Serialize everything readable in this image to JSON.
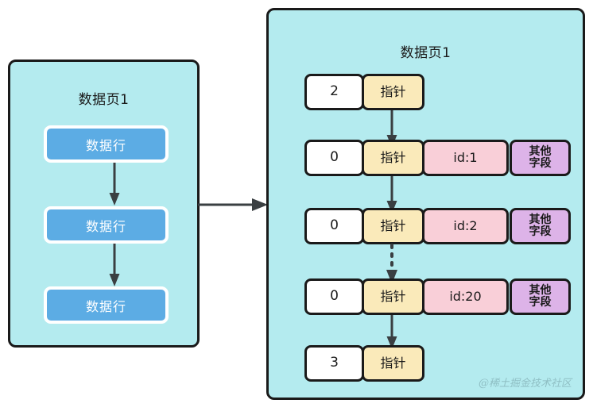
{
  "diagram": {
    "title": "数据页1",
    "left_panel": {
      "title": "数据页1",
      "rows": [
        {
          "label": "数据行"
        },
        {
          "label": "数据行"
        },
        {
          "label": "数据行"
        }
      ],
      "arrows": [
        {
          "style": "solid",
          "from": "数据行",
          "to": "数据行"
        },
        {
          "style": "solid",
          "from": "数据行",
          "to": "数据行"
        }
      ]
    },
    "connector": {
      "style": "solid",
      "direction": "right"
    },
    "right_panel": {
      "title": "数据页1",
      "records": [
        {
          "count": "2",
          "pointer": "指针",
          "id": null,
          "other": null
        },
        {
          "count": "0",
          "pointer": "指针",
          "id": "id:1",
          "other": "其他字段"
        },
        {
          "count": "0",
          "pointer": "指针",
          "id": "id:2",
          "other": "其他字段"
        },
        {
          "count": "0",
          "pointer": "指针",
          "id": "id:20",
          "other": "其他字段"
        },
        {
          "count": "3",
          "pointer": "指针",
          "id": null,
          "other": null
        }
      ],
      "arrows": [
        {
          "style": "solid",
          "from_record": 0,
          "to_record": 1
        },
        {
          "style": "solid",
          "from_record": 1,
          "to_record": 2
        },
        {
          "style": "dotted",
          "from_record": 2,
          "to_record": 3
        },
        {
          "style": "solid",
          "from_record": 3,
          "to_record": 4
        }
      ],
      "other_field_line1": "其他",
      "other_field_line2": "字段"
    },
    "watermark": "@稀土掘金技术社区",
    "colors": {
      "panel_fill": "#b4ebef",
      "panel_border": "#1a1a1a",
      "data_row_fill": "#5cace4",
      "count_fill": "#ffffff",
      "pointer_fill": "#faeaba",
      "id_fill": "#f9cfd8",
      "other_fill": "#ddb3e8",
      "arrow": "#3a3f42",
      "watermark": "#8fbfc4"
    }
  }
}
